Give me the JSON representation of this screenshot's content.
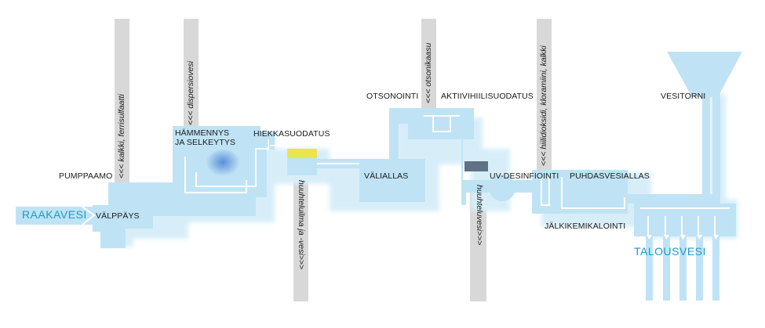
{
  "labels": {
    "pumppaamo": "PUMPPAAMO",
    "valppays": "VÄLPPÄYS",
    "hammennys_1": "HÄMMENNYS",
    "hammennys_2": "JA SELKEYTYS",
    "hiekkasuodatus": "HIEKKASUODATUS",
    "valiallas": "VÄLIALLAS",
    "otsonointi": "OTSONOINTI",
    "aktiivihiili": "AKTIIVIHIILISUODATUS",
    "uv": "UV-DESINFIOINTI",
    "puhdasvesiallas": "PUHDASVESIALLAS",
    "jalkikemikalointi": "JÄLKIKEMIKALOINTI",
    "vesitorni": "VESITORNI"
  },
  "io": {
    "raakavesi": "RAAKAVESI",
    "talousvesi": "TALOUSVESI"
  },
  "chemicals": {
    "kalkki_ferrisulfaatti": "<<< kalkki, ferrisulfaatti",
    "dispersiovesi": "<<< dispersiovesi",
    "otsonikaasu": "<<< otsonikaasu",
    "hiilidioksidi": "<<< hiilidioksidi, kloramiini, kalkki",
    "huuhteluilma_vesi": "huuhteluilma ja -vesi>>>",
    "huuhteluvesi": "huuhteluvesi>>>"
  },
  "colors": {
    "water": "#bfe3f5",
    "shadow": "#d4edf9",
    "pipe_grey": "#d8d8d8",
    "sand_filter": "#e9e64a",
    "uv_lamp": "#5f7283",
    "accent": "#1b9ac4"
  }
}
